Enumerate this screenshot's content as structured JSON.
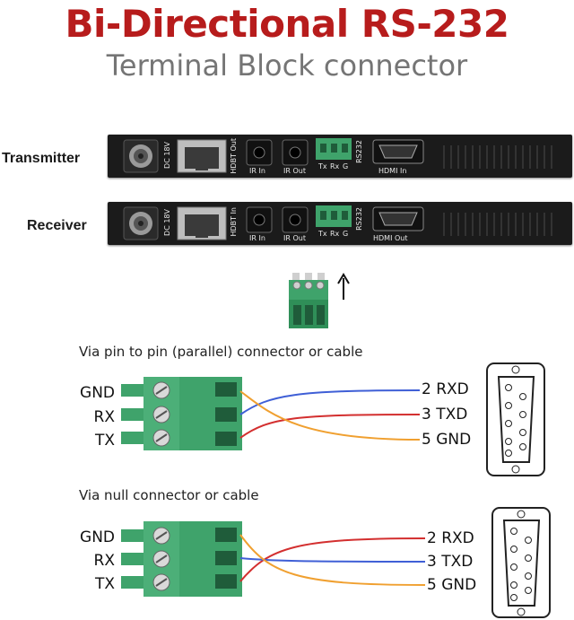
{
  "header": {
    "title": "Bi-Directional RS-232",
    "subtitle": "Terminal Block connector"
  },
  "devices": [
    {
      "label": "Transmitter",
      "ports": {
        "dc": "DC 18V",
        "hdbt": "HDBT Out",
        "ir_in": "IR In",
        "ir_out": "IR Out",
        "rs232": "RS232",
        "tx": "Tx",
        "rx": "Rx",
        "g": "G",
        "hdmi": "HDMI In"
      }
    },
    {
      "label": "Receiver",
      "ports": {
        "dc": "DC 18V",
        "hdbt": "HDBT In",
        "ir_in": "IR In",
        "ir_out": "IR Out",
        "rs232": "RS232",
        "tx": "Tx",
        "rx": "Rx",
        "g": "G",
        "hdmi": "HDMI Out"
      }
    }
  ],
  "arrow_icon": "arrow-up-icon",
  "wiring": [
    {
      "caption": "Via pin to pin (parallel) connector or cable",
      "terminal_pins": [
        "GND",
        "RX",
        "TX"
      ],
      "db9_pins": [
        "2 RXD",
        "3 TXD",
        "5 GND"
      ],
      "wire_colors": {
        "blue": "#3f5fd6",
        "red": "#d32f2f",
        "orange": "#f0a030"
      }
    },
    {
      "caption": "Via null connector or cable",
      "terminal_pins": [
        "GND",
        "RX",
        "TX"
      ],
      "db9_pins": [
        "2 RXD",
        "3 TXD",
        "5 GND"
      ],
      "wire_colors": {
        "blue": "#3f5fd6",
        "red": "#d32f2f",
        "orange": "#f0a030"
      }
    }
  ],
  "colors": {
    "title": "#b71c1c",
    "subtitle": "#757575",
    "device_body": "#1b1b1b",
    "terminal_green": "#3fa36b",
    "terminal_dark": "#2e7d50"
  }
}
